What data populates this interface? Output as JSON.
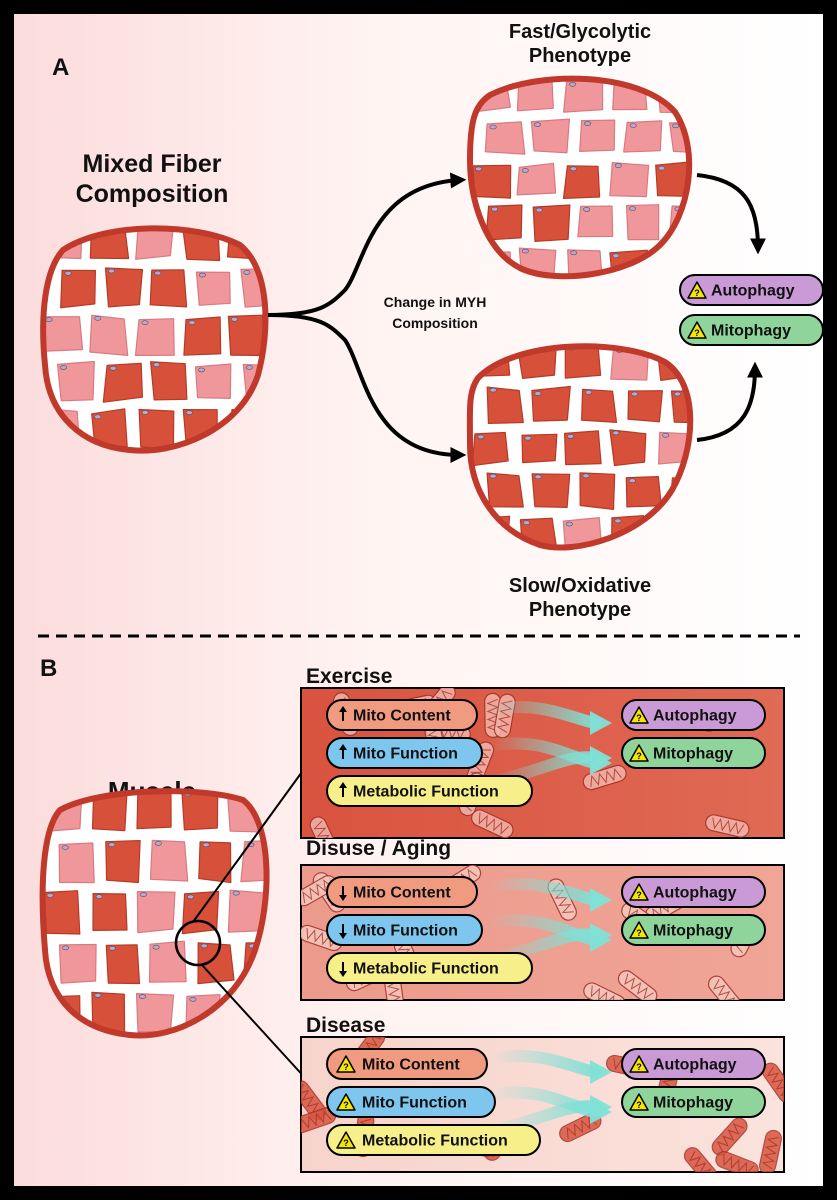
{
  "colors": {
    "dark_fiber": "#d6503a",
    "light_fiber": "#f0979c",
    "autophagy": "#c99ad6",
    "mitophagy": "#8fd49a",
    "mito_content": "#f09a80",
    "mito_function": "#7fc6ee",
    "metabolic_function": "#f7ef8a",
    "warning": "#f5e600",
    "arrow": "#7fe0d6"
  },
  "panel_a": {
    "letter": "A",
    "mixed_title": [
      "Mixed Fiber",
      "Composition"
    ],
    "fast_title": [
      "Fast/Glycolytic",
      "Phenotype"
    ],
    "slow_title": [
      "Slow/Oxidative",
      "Phenotype"
    ],
    "change_label": [
      "Change in MYH",
      "Composition"
    ],
    "outcomes": [
      {
        "label": "Autophagy",
        "icon": "warning-question-icon"
      },
      {
        "label": "Mitophagy",
        "icon": "warning-question-icon"
      }
    ]
  },
  "panel_b": {
    "letter": "B",
    "muscle_title": "Muscle",
    "conditions": [
      {
        "title": "Exercise",
        "factors": [
          {
            "arrow": "up",
            "label": "Mito Content"
          },
          {
            "arrow": "up",
            "label": "Mito Function"
          },
          {
            "arrow": "up",
            "label": "Metabolic Function"
          }
        ],
        "outcomes": [
          "Autophagy",
          "Mitophagy"
        ]
      },
      {
        "title": "Disuse / Aging",
        "factors": [
          {
            "arrow": "down",
            "label": "Mito Content"
          },
          {
            "arrow": "down",
            "label": "Mito Function"
          },
          {
            "arrow": "down",
            "label": "Metabolic Function"
          }
        ],
        "outcomes": [
          "Autophagy",
          "Mitophagy"
        ]
      },
      {
        "title": "Disease",
        "factors": [
          {
            "arrow": "unknown",
            "label": "Mito Content"
          },
          {
            "arrow": "unknown",
            "label": "Mito Function"
          },
          {
            "arrow": "unknown",
            "label": "Metabolic Function"
          }
        ],
        "outcomes": [
          "Autophagy",
          "Mitophagy"
        ]
      }
    ]
  }
}
